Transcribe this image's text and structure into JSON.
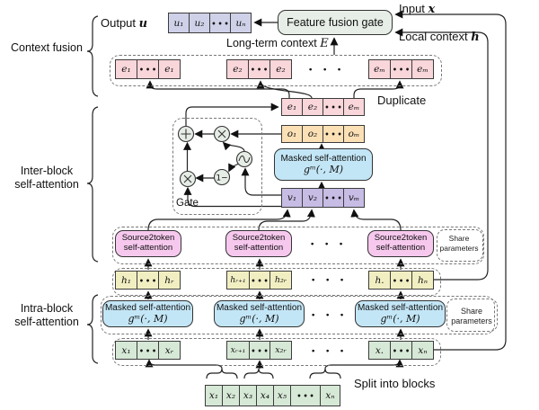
{
  "labels": {
    "output": "Output",
    "output_var": "u",
    "input": "Input",
    "input_var": "x",
    "local": "Local context",
    "local_var": "h",
    "longterm": "Long-term context",
    "longterm_var": "E",
    "ffg": "Feature fusion gate",
    "duplicate": "Duplicate",
    "context_fusion": "Context fusion",
    "inter_line1": "Inter-block",
    "inter_line2": "self-attention",
    "intra_line1": "Intra-block",
    "intra_line2": "self-attention",
    "gate": "Gate",
    "one_minus": "1−",
    "masked": "Masked self-attention",
    "masked_fn": "gᵐ(·, M)",
    "s2t_line1": "Source2token",
    "s2t_line2": "self-attention",
    "share_line1": "Share",
    "share_line2": "parameters",
    "split": "Split into blocks",
    "dots": "• • •"
  },
  "rows": {
    "u": [
      "u₁",
      "u₂",
      "•••",
      "uₙ"
    ],
    "dup": [
      [
        "e₁",
        "•••",
        "e₁"
      ],
      [
        "e₂",
        "•••",
        "e₂"
      ],
      [
        "eₘ",
        "•••",
        "eₘ"
      ]
    ],
    "e": [
      "e₁",
      "e₂",
      "•••",
      "eₘ"
    ],
    "o": [
      "o₁",
      "o₂",
      "•••",
      "oₘ"
    ],
    "v": [
      "v₁",
      "v₂",
      "•••",
      "vₘ"
    ],
    "h": [
      [
        "h₁",
        "•••",
        "hᵣ"
      ],
      [
        "hᵣ₊₁",
        "•••",
        "h₂ᵣ"
      ],
      [
        "h.",
        "•••",
        "hₙ"
      ]
    ],
    "xb": [
      [
        "x₁",
        "•••",
        "xᵣ"
      ],
      [
        "xᵣ₊₁",
        "•••",
        "x₂ᵣ"
      ],
      [
        "x.",
        "•••",
        "xₙ"
      ]
    ],
    "bottom": [
      "x₁",
      "x₂",
      "x₃",
      "x₄",
      "x₅",
      "•••",
      "xₙ"
    ]
  },
  "colors": {
    "output_row": "#ced1e8",
    "context_rows": "#f9d6da",
    "o_row": "#fbe0b6",
    "v_row": "#c7bce4",
    "h_row": "#f1efc2",
    "x_row": "#d6e8d6",
    "masked_attention_box": "#c3e6f6",
    "source2token_box": "#f7c8ee",
    "fusion_gate_box": "#e7eee7",
    "gate_node_fill": "#e6ede6",
    "line": "#222222"
  }
}
